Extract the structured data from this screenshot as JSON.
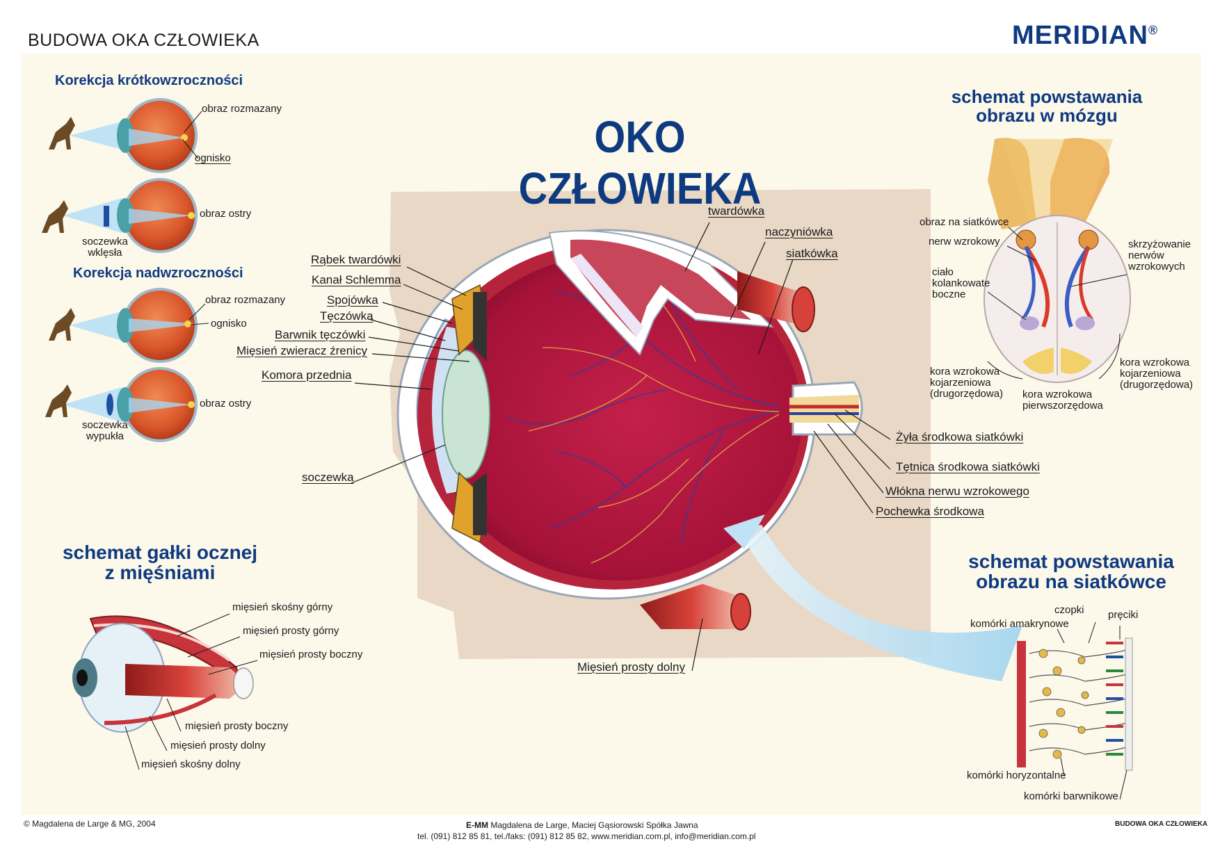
{
  "header": {
    "title": "BUDOWA OKA CZŁOWIEKA",
    "brand": "MERIDIAN",
    "brand_mark": "®"
  },
  "main_title": "OKO CZŁOWIEKA",
  "myopia": {
    "title": "Korekcja krótkowzroczności",
    "blurred": "obraz rozmazany",
    "focus": "ognisko",
    "sharp": "obraz ostry",
    "lens": "soczewka\nwklęsła"
  },
  "hyperopia": {
    "title": "Korekcja nadwzroczności",
    "blurred": "obraz rozmazany",
    "focus": "ognisko",
    "sharp": "obraz ostry",
    "lens": "soczewka\nwypukła"
  },
  "eye_labels": {
    "twardowka": "twardówka",
    "naczyniowka": "naczyniówka",
    "siatkowka": "siatkówka",
    "rabek": "Rąbek twardówki",
    "kanal": "Kanał Schlemma",
    "spojowka": "Spojówka",
    "teczowka": "Tęczówka",
    "barwnik": "Barwnik tęczówki",
    "miesien_zw": "Mięsień zwieracz źrenicy",
    "komora": "Komora przednia",
    "soczewka": "soczewka",
    "zyla": "Żyła środkowa siatkówki",
    "tetnica": "Tętnica środkowa siatkówki",
    "wlokna": "Włókna nerwu wzrokowego",
    "pochewka": "Pochewka środkowa",
    "miesien_dolny": "Mięsień prosty dolny"
  },
  "brain": {
    "title": "schemat powstawania\nobrazu w mózgu",
    "obraz": "obraz na siatkówce",
    "nerw": "nerw wzrokowy",
    "cialo": "ciało\nkolankowate\nboczne",
    "skrzyz": "skrzyżowanie\nnerwów\nwzrokowych",
    "kora_l": "kora wzrokowa\nkojarzeniowa\n(drugorzędowa)",
    "kora_r": "kora wzrokowa\nkojarzeniowa\n(drugorzędowa)",
    "kora_c": "kora wzrokowa\npierwszorzędowa"
  },
  "muscles": {
    "title": "schemat gałki ocznej\nz mięśniami",
    "m1": "mięsień skośny górny",
    "m2": "mięsień prosty górny",
    "m3": "mięsień prosty boczny",
    "m4": "mięsień prosty boczny",
    "m5": "mięsień prosty dolny",
    "m6": "mięsień skośny dolny"
  },
  "retina": {
    "title": "schemat powstawania\nobrazu na siatkówce",
    "czopki": "czopki",
    "preciki": "pręciki",
    "amakryn": "komórki amakrynowe",
    "horyz": "komórki horyzontalne",
    "barwnik": "komórki barwnikowe"
  },
  "footer": {
    "copyright": "© Magdalena de Large & MG, 2004",
    "company_bold": "E-MM",
    "company": "Magdalena de Large, Maciej Gąsiorowski Spółka Jawna",
    "contact": "tel. (091) 812 85 81, tel./faks: (091) 812 85 82, www.meridian.com.pl, info@meridian.com.pl",
    "right": "BUDOWA OKA CZŁOWIEKA"
  }
}
